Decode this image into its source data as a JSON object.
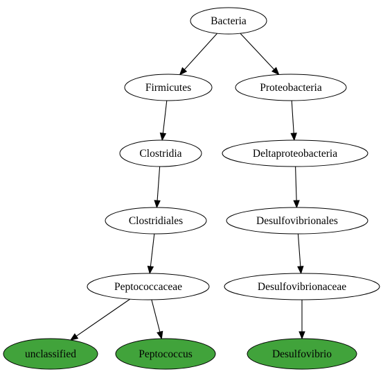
{
  "diagram": {
    "nodes": [
      {
        "id": "bacteria",
        "label": "Bacteria",
        "kind": "taxon"
      },
      {
        "id": "firmicutes",
        "label": "Firmicutes",
        "kind": "taxon"
      },
      {
        "id": "proteobacteria",
        "label": "Proteobacteria",
        "kind": "taxon"
      },
      {
        "id": "clostridia",
        "label": "Clostridia",
        "kind": "taxon"
      },
      {
        "id": "deltaproteobacteria",
        "label": "Deltaproteobacteria",
        "kind": "taxon"
      },
      {
        "id": "clostridiales",
        "label": "Clostridiales",
        "kind": "taxon"
      },
      {
        "id": "desulfovibrionales",
        "label": "Desulfovibrionales",
        "kind": "taxon"
      },
      {
        "id": "peptococcaceae",
        "label": "Peptococcaceae",
        "kind": "taxon"
      },
      {
        "id": "desulfovibrionaceae",
        "label": "Desulfovibrionaceae",
        "kind": "taxon"
      },
      {
        "id": "unclassified",
        "label": "unclassified",
        "kind": "leaf"
      },
      {
        "id": "peptococcus",
        "label": "Peptococcus",
        "kind": "leaf"
      },
      {
        "id": "desulfovibrio",
        "label": "Desulfovibrio",
        "kind": "leaf"
      }
    ],
    "edges": [
      {
        "from": "bacteria",
        "to": "firmicutes"
      },
      {
        "from": "bacteria",
        "to": "proteobacteria"
      },
      {
        "from": "firmicutes",
        "to": "clostridia"
      },
      {
        "from": "proteobacteria",
        "to": "deltaproteobacteria"
      },
      {
        "from": "clostridia",
        "to": "clostridiales"
      },
      {
        "from": "deltaproteobacteria",
        "to": "desulfovibrionales"
      },
      {
        "from": "clostridiales",
        "to": "peptococcaceae"
      },
      {
        "from": "desulfovibrionales",
        "to": "desulfovibrionaceae"
      },
      {
        "from": "peptococcaceae",
        "to": "unclassified"
      },
      {
        "from": "peptococcaceae",
        "to": "peptococcus"
      },
      {
        "from": "desulfovibrionaceae",
        "to": "desulfovibrio"
      }
    ],
    "colors": {
      "taxon_fill": "#ffffff",
      "leaf_fill": "#41a33b",
      "stroke": "#000000",
      "text": "#000000"
    }
  }
}
